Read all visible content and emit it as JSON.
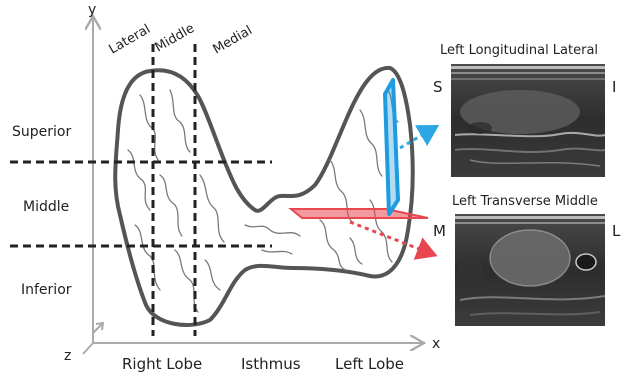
{
  "axes": {
    "x_label": "x",
    "y_label": "y",
    "z_label": "z"
  },
  "column_labels": [
    "Lateral",
    "Middle",
    "Medial"
  ],
  "row_labels": [
    "Superior",
    "Middle",
    "Inferior"
  ],
  "bottom_labels": [
    "Right Lobe",
    "Isthmus",
    "Left Lobe"
  ],
  "planes": [
    {
      "color": "#1f9be0",
      "name": "longitudinal"
    },
    {
      "color": "#e8474f",
      "name": "transverse"
    }
  ],
  "panels": [
    {
      "title": "Left Longitudinal Lateral",
      "left_marker": "S",
      "right_marker": "I"
    },
    {
      "title": "Left Transverse Middle",
      "left_marker": "M",
      "right_marker": "L"
    }
  ]
}
